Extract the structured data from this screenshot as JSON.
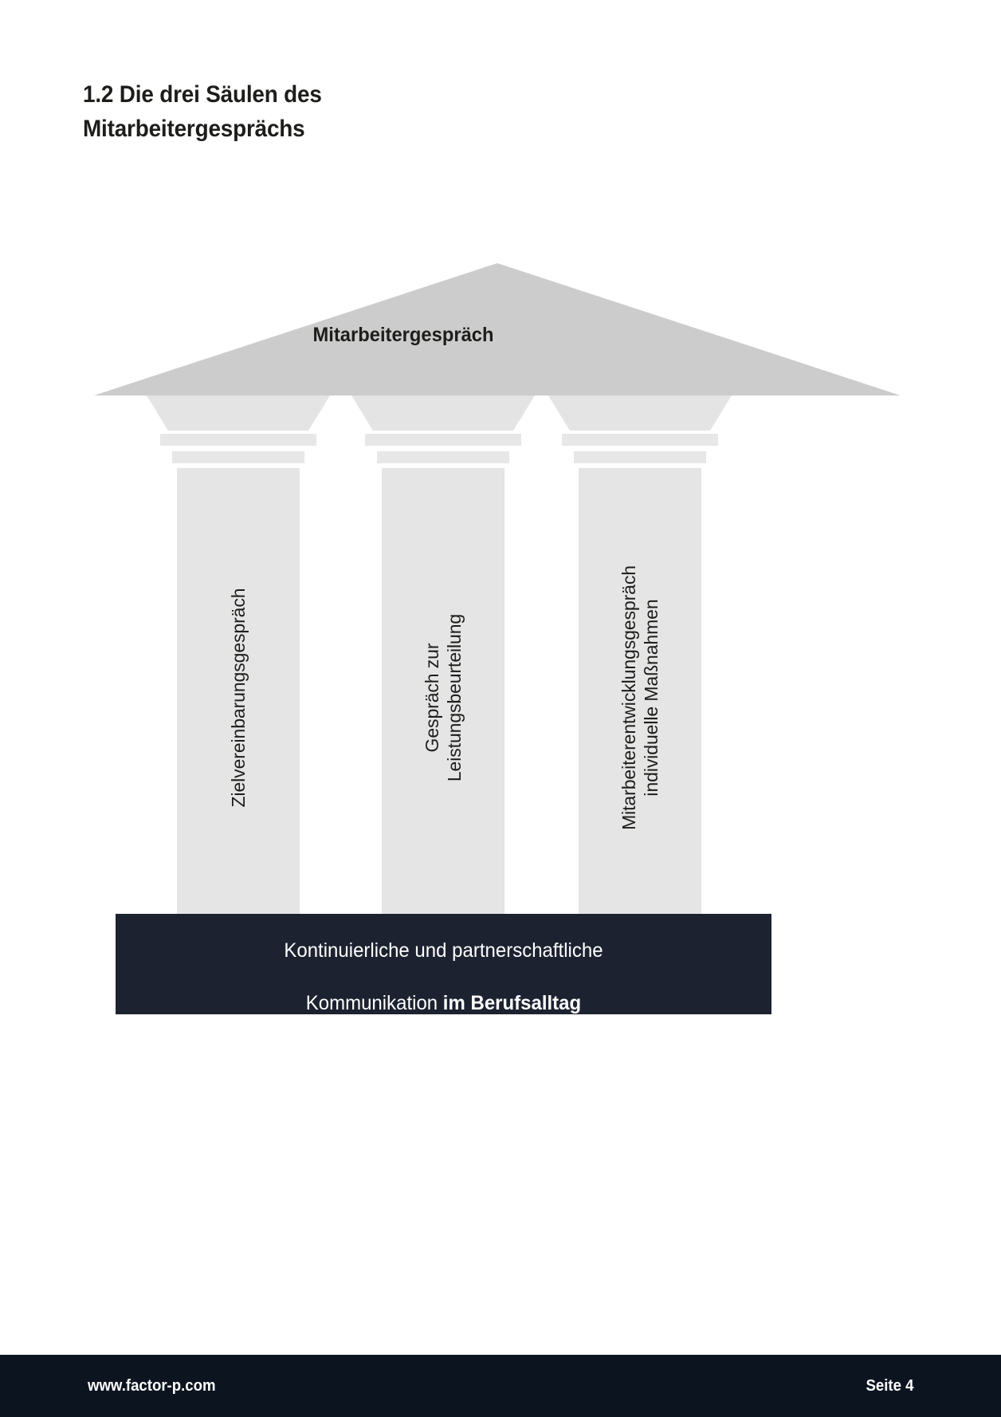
{
  "page": {
    "title": "1.2 Die drei Säulen des\nMitarbeitergesprächs",
    "background_color": "#ffffff"
  },
  "diagram": {
    "type": "temple-pillars",
    "pediment": {
      "label": "Mitarbeitergespräch",
      "fill_color": "#cccccc"
    },
    "columns": [
      {
        "label": "Zielvereinbarungsgespräch",
        "fill_color": "#e5e5e5"
      },
      {
        "label": "Gespräch zur\nLeistungsbeurteilung",
        "fill_color": "#e5e5e5"
      },
      {
        "label": "Mitarbeiterentwicklungsgespräch\nindividuelle Maßnahmen",
        "fill_color": "#e5e5e5"
      }
    ],
    "foundation": {
      "line1": "Kontinuierliche und partnerschaftliche",
      "line2_normal": "Kommunikation ",
      "line2_bold": "im Berufsalltag",
      "fill_color": "#1c2230",
      "text_color": "#ffffff"
    }
  },
  "footer": {
    "website": "www.factor-p.com",
    "page_label": "Seite 4",
    "background_color": "#0c1420"
  }
}
